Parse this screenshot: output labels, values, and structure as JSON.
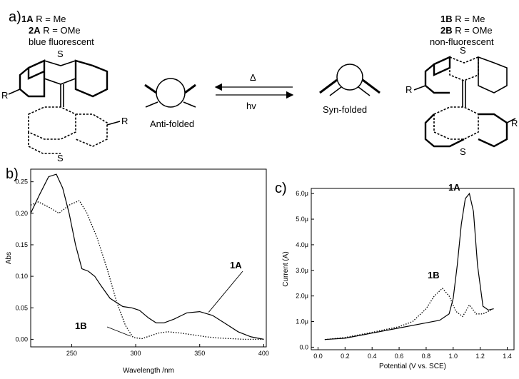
{
  "panels": {
    "a": "a)",
    "b": "b)",
    "c": "c)"
  },
  "scheme": {
    "left": {
      "line1_bold": "1A",
      "line1_rest": "R = Me",
      "line2_bold": "2A",
      "line2_rest": "R = OMe",
      "line3": "blue fluorescent"
    },
    "right": {
      "line1_bold": "1B",
      "line1_rest": "R = Me",
      "line2_bold": "2B",
      "line2_rest": "R = OMe",
      "line3": "non-fluorescent"
    },
    "sulfur": "S",
    "r_label": "R",
    "anti_label": "Anti-folded",
    "syn_label": "Syn-folded",
    "arrow_top": "Δ",
    "arrow_bottom": "hv"
  },
  "chart_data": [
    {
      "type": "line",
      "xlabel": "Wavelength /nm",
      "ylabel": "Abs",
      "xlim": [
        218,
        402
      ],
      "ylim": [
        -0.012,
        0.27
      ],
      "xticks": [
        250,
        300,
        350,
        400
      ],
      "yticks": [
        0.0,
        0.05,
        0.1,
        0.15,
        0.2,
        0.25
      ],
      "ytick_labels": [
        "0.00",
        "0.05",
        "0.10",
        "0.15",
        "0.20",
        "0.25"
      ],
      "series": [
        {
          "name": "1A",
          "style": "solid",
          "x": [
            218,
            225,
            232,
            238,
            243,
            248,
            253,
            258,
            263,
            268,
            273,
            280,
            290,
            297,
            303,
            310,
            316,
            322,
            330,
            340,
            350,
            360,
            370,
            380,
            390,
            400
          ],
          "y": [
            0.2,
            0.23,
            0.258,
            0.262,
            0.24,
            0.2,
            0.15,
            0.112,
            0.108,
            0.1,
            0.085,
            0.065,
            0.052,
            0.05,
            0.046,
            0.034,
            0.026,
            0.026,
            0.032,
            0.042,
            0.044,
            0.038,
            0.025,
            0.012,
            0.004,
            0.0
          ]
        },
        {
          "name": "1B",
          "style": "dotted",
          "x": [
            218,
            224,
            232,
            240,
            248,
            256,
            262,
            270,
            278,
            285,
            292,
            298,
            305,
            312,
            318,
            325,
            335,
            345,
            355,
            365,
            375,
            385,
            400
          ],
          "y": [
            0.213,
            0.218,
            0.21,
            0.2,
            0.213,
            0.22,
            0.2,
            0.16,
            0.11,
            0.06,
            0.022,
            0.003,
            0.001,
            0.006,
            0.01,
            0.012,
            0.01,
            0.007,
            0.004,
            0.002,
            0.001,
            0.0,
            0.0
          ]
        }
      ],
      "annotations": [
        "1A",
        "1B"
      ]
    },
    {
      "type": "line",
      "xlabel": "Potential (V vs. SCE)",
      "ylabel": "Current (A)",
      "xlim": [
        -0.05,
        1.45
      ],
      "ylim": [
        -0.1,
        6.2
      ],
      "xticks": [
        0.0,
        0.2,
        0.4,
        0.6,
        0.8,
        1.0,
        1.2,
        1.4
      ],
      "xtick_labels": [
        "0.0",
        "0.2",
        "0.4",
        "0.6",
        "0.8",
        "1.0",
        "1.2",
        "1.4"
      ],
      "yticks": [
        0.0,
        1.0,
        2.0,
        3.0,
        4.0,
        5.0,
        6.0
      ],
      "ytick_labels": [
        "0.0",
        "1.0μ",
        "2.0μ",
        "3.0μ",
        "4.0μ",
        "5.0μ",
        "6.0μ"
      ],
      "series": [
        {
          "name": "1A",
          "style": "solid",
          "x": [
            0.05,
            0.2,
            0.4,
            0.6,
            0.8,
            0.9,
            0.97,
            1.0,
            1.03,
            1.06,
            1.09,
            1.12,
            1.15,
            1.18,
            1.22,
            1.26,
            1.3
          ],
          "y": [
            0.3,
            0.35,
            0.55,
            0.75,
            0.95,
            1.05,
            1.3,
            1.9,
            3.2,
            4.8,
            5.8,
            6.0,
            5.3,
            3.2,
            1.6,
            1.45,
            1.5
          ]
        },
        {
          "name": "1B",
          "style": "dotted",
          "x": [
            0.05,
            0.2,
            0.4,
            0.6,
            0.7,
            0.8,
            0.86,
            0.92,
            0.97,
            1.02,
            1.07,
            1.12,
            1.17,
            1.22,
            1.28
          ],
          "y": [
            0.3,
            0.38,
            0.58,
            0.8,
            1.0,
            1.5,
            2.0,
            2.3,
            2.0,
            1.4,
            1.2,
            1.65,
            1.3,
            1.3,
            1.45
          ]
        }
      ],
      "annotations": [
        "1A",
        "1B"
      ]
    }
  ]
}
